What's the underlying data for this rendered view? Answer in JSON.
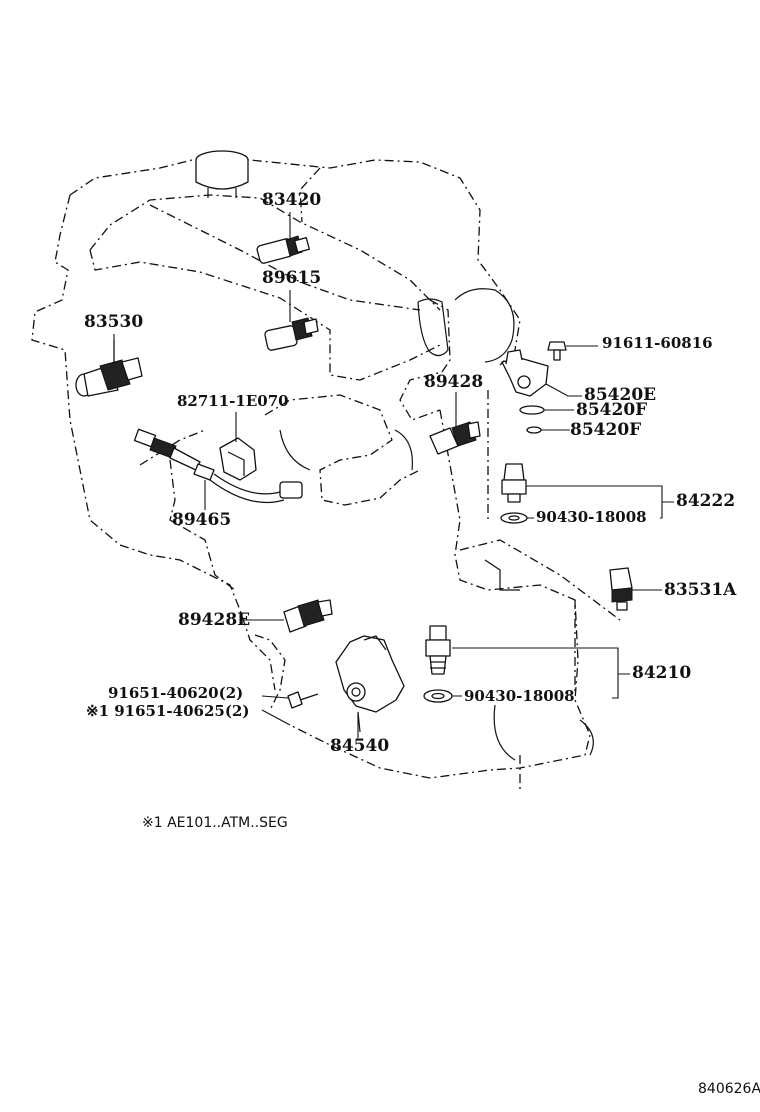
{
  "callouts": {
    "p83420": "83420",
    "p89615": "89615",
    "p83530": "83530",
    "p82711": "82711-1E070",
    "p89428": "89428",
    "p89465": "89465",
    "p91611": "91611-60816",
    "p85420e": "85420E",
    "p85420f_a": "85420F",
    "p85420f_b": "85420F",
    "p84222": "84222",
    "p90430_a": "90430-18008",
    "p83531a": "83531A",
    "p89428e": "89428E",
    "p84210": "84210",
    "p90430_b": "90430-18008",
    "p91651_a": "91651-40620(2)",
    "p91651_b": "※1 91651-40625(2)",
    "p84540": "84540"
  },
  "footnote": "※1 AE101..ATM..SEG",
  "drawing_number": "840626A"
}
